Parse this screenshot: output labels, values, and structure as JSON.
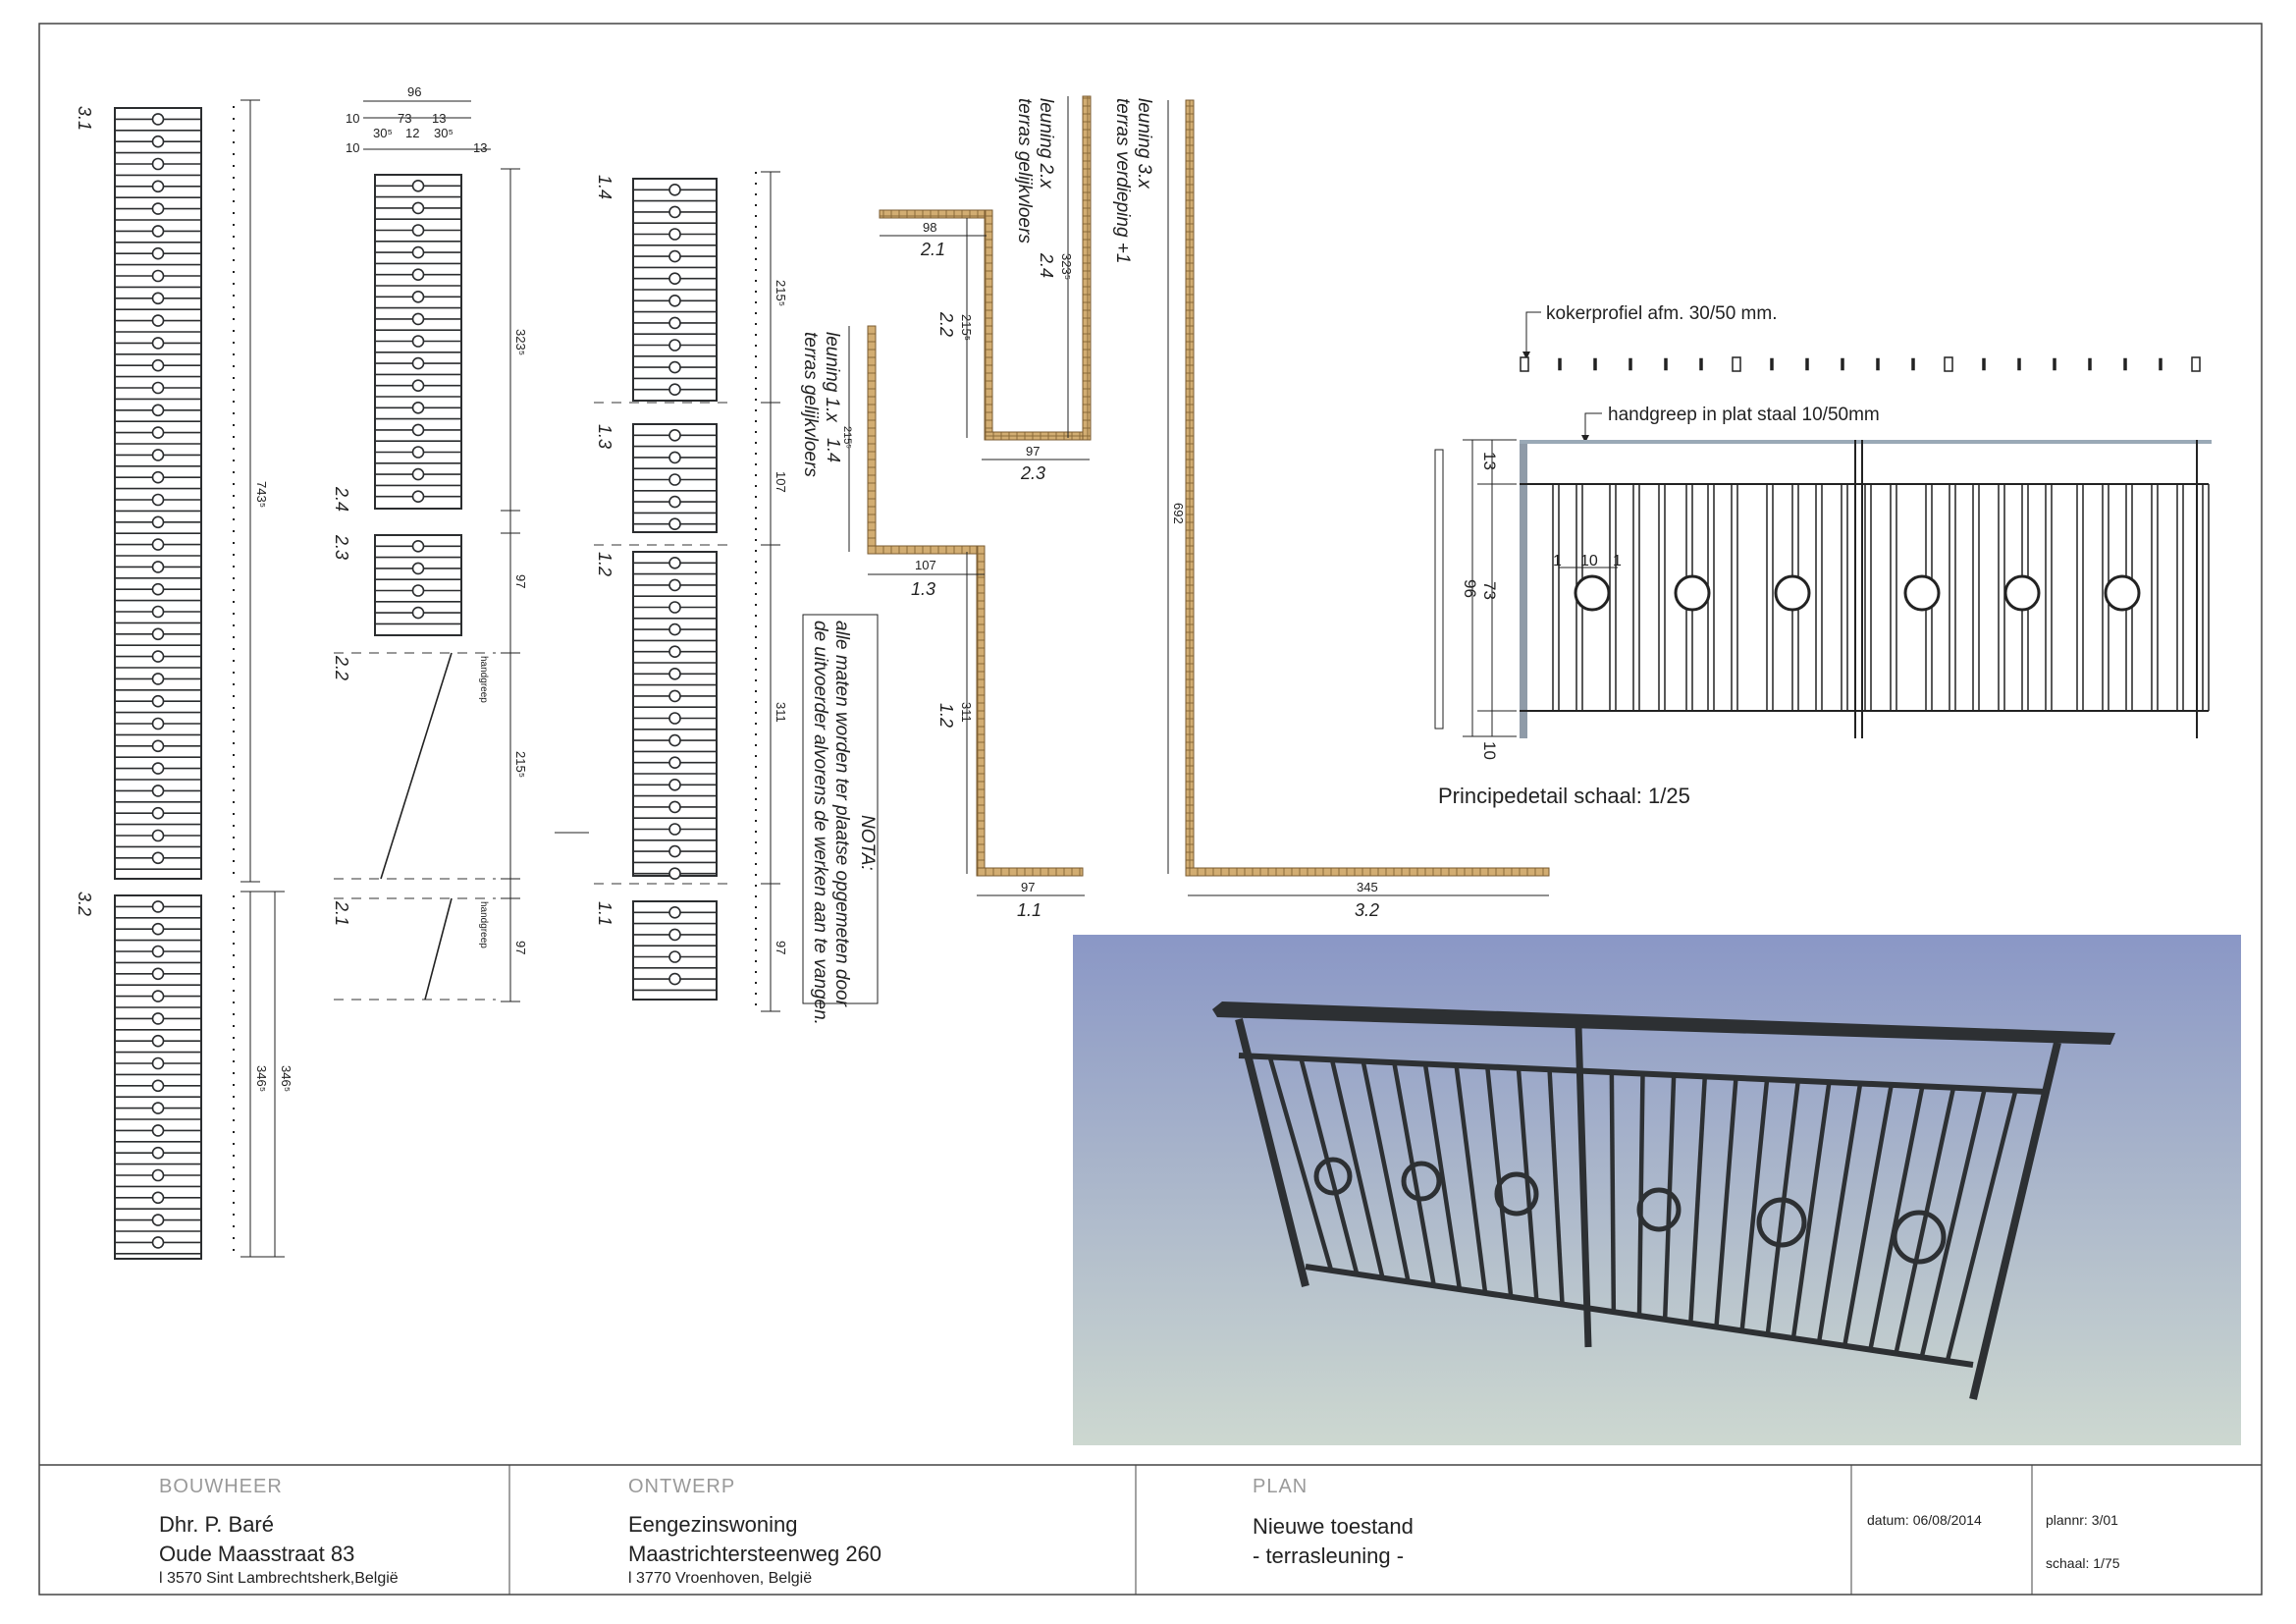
{
  "colors": {
    "steel": "#2b2d2f",
    "wood": "#c9a46a",
    "render_top": "#8c98c4",
    "render_bottom": "#cfd8d2",
    "rail_grey": "#9aa9b6"
  },
  "elevations": {
    "e31": {
      "label": "3.1",
      "total": "743⁵"
    },
    "e32": {
      "label": "3.2",
      "total": "346⁵",
      "total2": "346⁵"
    },
    "e2": {
      "labels": [
        "2.4",
        "2.3",
        "2.2",
        "2.1"
      ],
      "top_dims": [
        "96",
        "10",
        "73",
        "13",
        "10",
        "30⁵",
        "12",
        "30⁵",
        "13"
      ],
      "side_dims": [
        "323⁵",
        "97",
        "215⁵",
        "97"
      ],
      "handgreep": "handgreep"
    },
    "e1": {
      "labels": [
        "1.4",
        "1.3",
        "1.2",
        "1.1"
      ],
      "side_dims": [
        "215⁵",
        "107",
        "311",
        "97"
      ]
    }
  },
  "note": {
    "title": "NOTA:",
    "line1": "alle maten worden ter plaatse opgemeten door",
    "line2": "de uitvoerder alvorens de werken aan te vangen."
  },
  "plans": {
    "p2": {
      "title1": "leuning 2.x",
      "title2": "terras gelijkvloers",
      "d21": "98",
      "l21": "2.1",
      "d22": "215⁵",
      "l22": "2.2",
      "d24": "323⁵",
      "l24": "2.4",
      "d23": "97",
      "l23": "2.3"
    },
    "p1": {
      "title1": "leuning 1.x",
      "title2": "terras gelijkvloers",
      "d14": "215⁵",
      "l14": "1.4",
      "d13": "107",
      "l13": "1.3",
      "d12": "311",
      "l12": "1.2",
      "d11": "97",
      "l11": "1.1"
    },
    "p3": {
      "title1": "leuning 3.x",
      "title2": "terras verdieping +1",
      "d31": "692",
      "d32": "345",
      "l32": "3.2"
    }
  },
  "detail": {
    "koker": "kokerprofiel afm. 30/50 mm.",
    "handgreep": "handgreep in plat staal 10/50mm",
    "d13": "13",
    "d96": "96",
    "d73": "73",
    "d10": "10",
    "d_ring": [
      "1",
      "10",
      "1"
    ],
    "caption": "Principedetail schaal: 1/25"
  },
  "titleblock": {
    "bouwheer_label": "BOUWHEER",
    "bouwheer_1": "Dhr. P. Baré",
    "bouwheer_2": "Oude Maasstraat 83",
    "bouwheer_3": "l 3570 Sint Lambrechtsherk,België",
    "ontwerp_label": "ONTWERP",
    "ontwerp_1": "Eengezinswoning",
    "ontwerp_2": "Maastrichtersteenweg 260",
    "ontwerp_3": "l 3770 Vroenhoven, België",
    "plan_label": "PLAN",
    "plan_1": "Nieuwe toestand",
    "plan_2": "- terrasleuning -",
    "datum": "datum:  06/08/2014",
    "plannr": "plannr:  3/01",
    "schaal": "schaal:  1/75"
  }
}
